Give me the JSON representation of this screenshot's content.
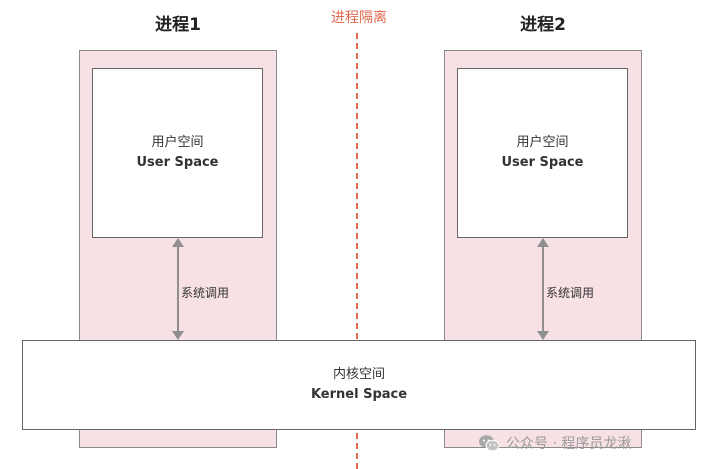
{
  "isolation_label": "进程隔离",
  "processes": [
    {
      "title": "进程1",
      "user_space": {
        "zh": "用户空间",
        "en": "User Space"
      },
      "syscall_label": "系统调用"
    },
    {
      "title": "进程2",
      "user_space": {
        "zh": "用户空间",
        "en": "User Space"
      },
      "syscall_label": "系统调用"
    }
  ],
  "kernel_space": {
    "zh": "内核空间",
    "en": "Kernel Space"
  },
  "watermark": {
    "text": "公众号 · 程序员龙湫",
    "icon": "wechat-icon"
  },
  "colors": {
    "process_fill": "#f7e1e4",
    "divider": "#e06a4e",
    "arrow": "#8f8f8f"
  }
}
